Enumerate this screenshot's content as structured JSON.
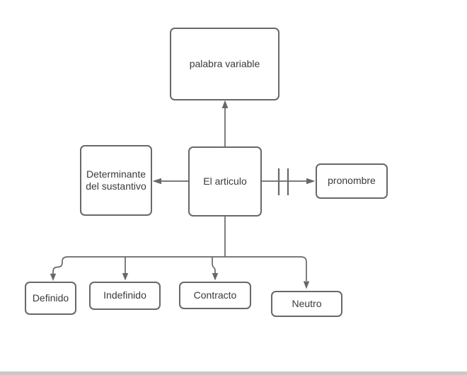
{
  "nodes": {
    "palabra_variable": {
      "label": "palabra variable"
    },
    "determinante": {
      "label": "Determinante del sustantivo"
    },
    "el_articulo": {
      "label": "El articulo"
    },
    "pronombre": {
      "label": "pronombre"
    },
    "definido": {
      "label": "Definido"
    },
    "indefinido": {
      "label": "Indefinido"
    },
    "contracto": {
      "label": "Contracto"
    },
    "neutro": {
      "label": "Neutro"
    }
  },
  "edges": [
    {
      "from": "el_articulo",
      "to": "palabra_variable",
      "style": "arrow-up"
    },
    {
      "from": "el_articulo",
      "to": "determinante",
      "style": "arrow-left"
    },
    {
      "from": "el_articulo",
      "to": "pronombre",
      "style": "arrow-right-with-double-bar"
    },
    {
      "from": "el_articulo",
      "to": "definido",
      "style": "arrow-down-branch"
    },
    {
      "from": "el_articulo",
      "to": "indefinido",
      "style": "arrow-down-branch"
    },
    {
      "from": "el_articulo",
      "to": "contracto",
      "style": "arrow-down-branch"
    },
    {
      "from": "el_articulo",
      "to": "neutro",
      "style": "arrow-down-branch"
    }
  ],
  "colors": {
    "box_border": "#686868",
    "connector": "#686868",
    "text": "#3a3a3a",
    "background": "#ffffff",
    "bottom_bar": "#c9c9c9"
  }
}
